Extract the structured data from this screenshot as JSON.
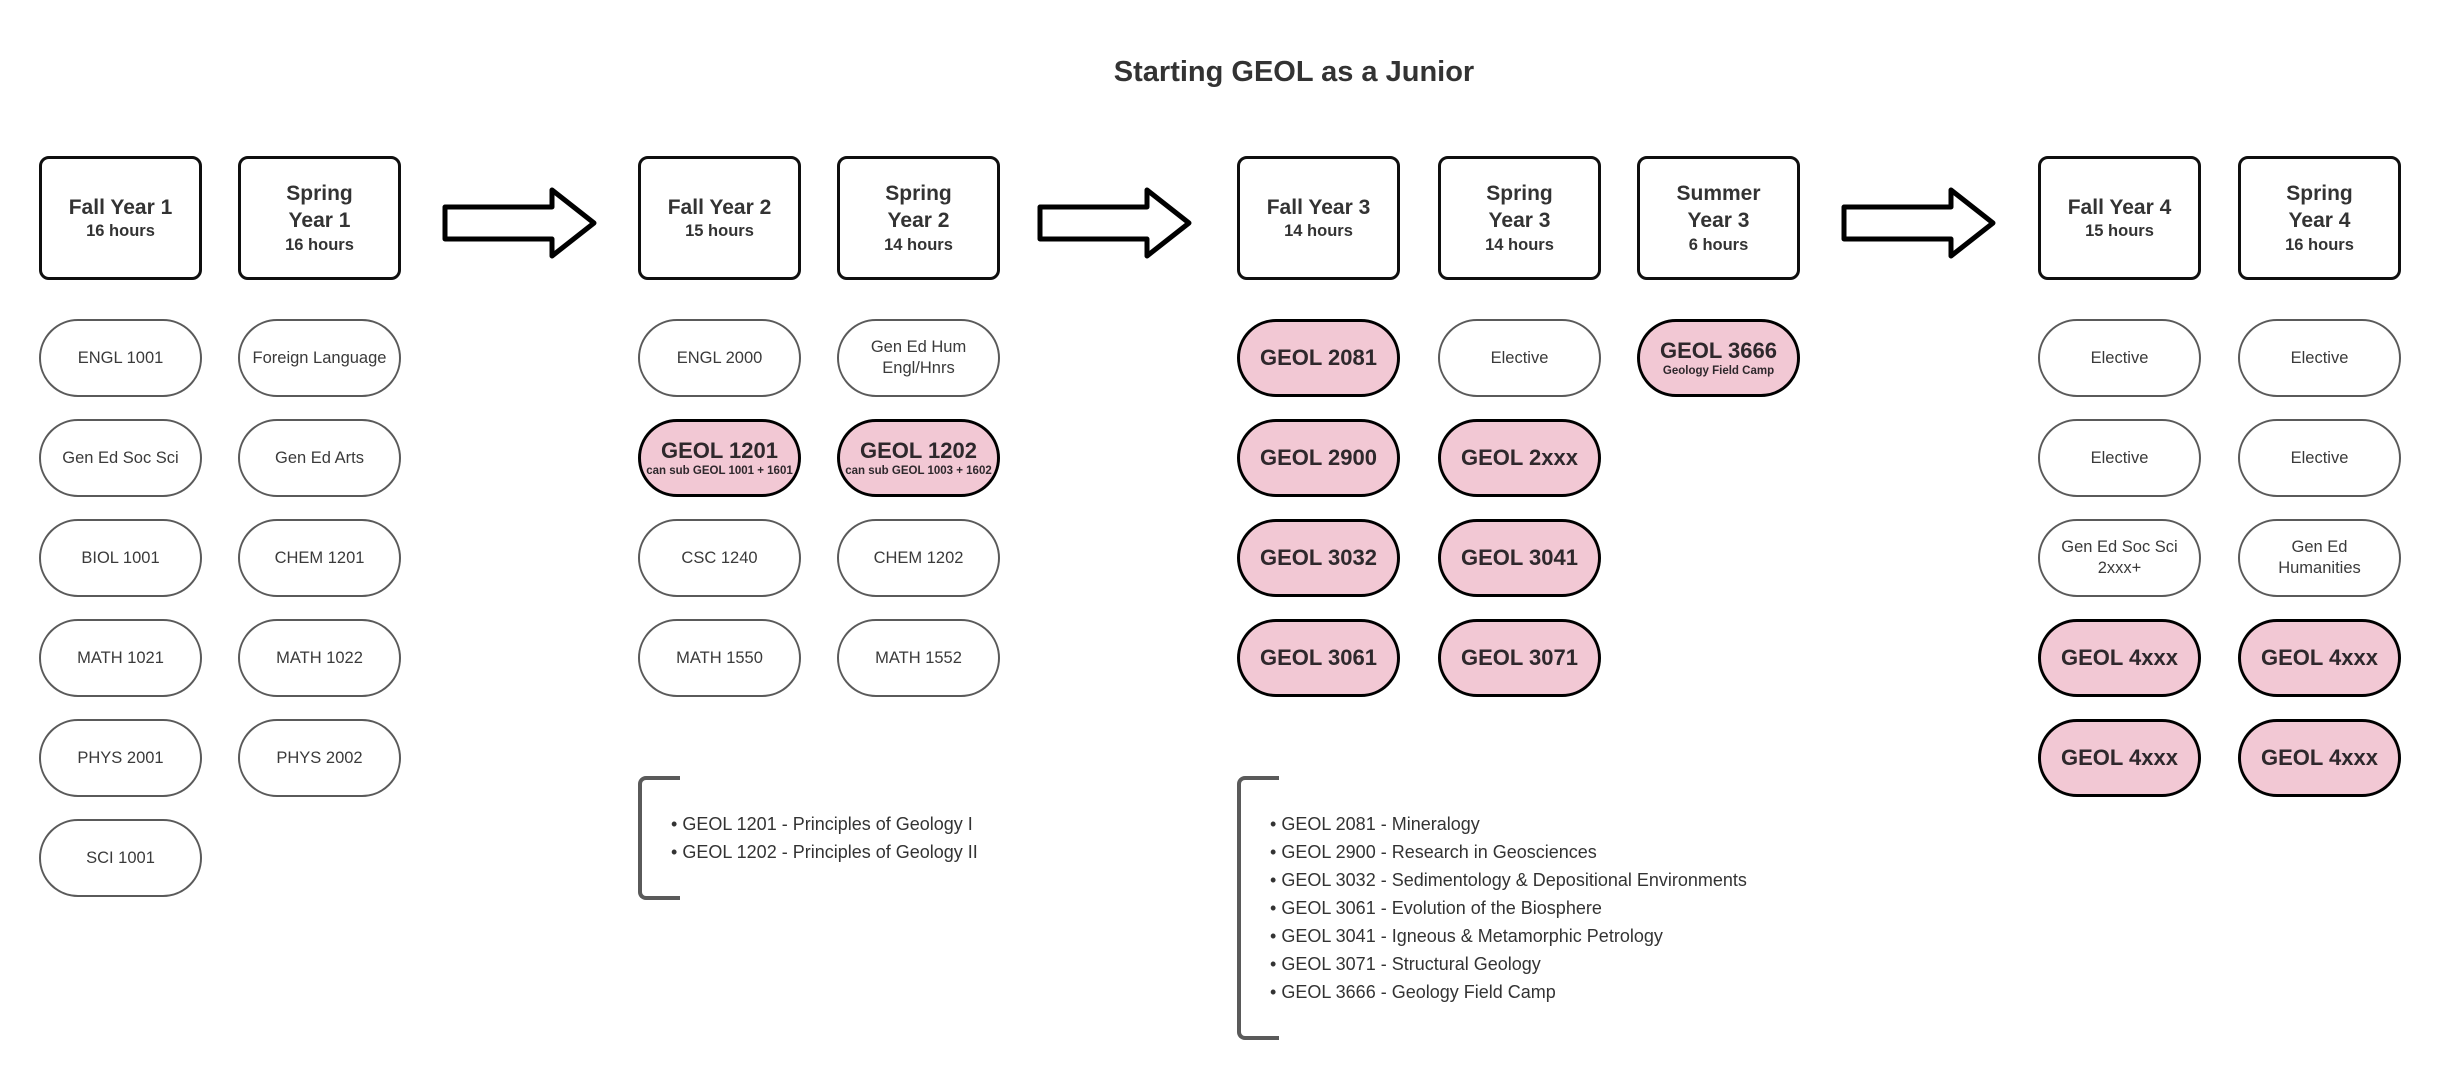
{
  "title": "Starting GEOL as a Junior",
  "icons": {
    "flow_arrow": "right-block-arrow",
    "legend_bracket": "left-square-bracket"
  },
  "colors": {
    "highlight_fill": "#f2c8d4",
    "highlight_border": "#000000",
    "normal_border": "#5a5a5a",
    "header_border": "#0f0f0f",
    "text": "#333333"
  },
  "columns": [
    {
      "key": "fall-year-1",
      "header": {
        "title": "Fall Year 1",
        "hours": "16 hours"
      },
      "courses": [
        {
          "label": "ENGL 1001"
        },
        {
          "label": "Gen Ed Soc Sci"
        },
        {
          "label": "BIOL 1001"
        },
        {
          "label": "MATH 1021"
        },
        {
          "label": "PHYS 2001"
        },
        {
          "label": "SCI 1001"
        }
      ]
    },
    {
      "key": "spring-year-1",
      "header": {
        "title": "Spring\nYear 1",
        "hours": "16 hours"
      },
      "courses": [
        {
          "label": "Foreign Language"
        },
        {
          "label": "Gen Ed Arts"
        },
        {
          "label": "CHEM 1201"
        },
        {
          "label": "MATH 1022"
        },
        {
          "label": "PHYS 2002"
        }
      ]
    },
    {
      "key": "fall-year-2",
      "header": {
        "title": "Fall Year 2",
        "hours": "15 hours"
      },
      "courses": [
        {
          "label": "ENGL 2000"
        },
        {
          "label": "GEOL 1201",
          "sub": "can sub GEOL 1001 + 1601",
          "highlight": true
        },
        {
          "label": "CSC 1240"
        },
        {
          "label": "MATH 1550"
        }
      ]
    },
    {
      "key": "spring-year-2",
      "header": {
        "title": "Spring\nYear 2",
        "hours": "14 hours"
      },
      "courses": [
        {
          "label": "Gen Ed Hum\nEngl/Hnrs"
        },
        {
          "label": "GEOL 1202",
          "sub": "can sub GEOL 1003 + 1602",
          "highlight": true
        },
        {
          "label": "CHEM 1202"
        },
        {
          "label": "MATH 1552"
        }
      ]
    },
    {
      "key": "fall-year-3",
      "header": {
        "title": "Fall Year 3",
        "hours": "14 hours"
      },
      "courses": [
        {
          "label": "GEOL 2081",
          "highlight": true
        },
        {
          "label": "GEOL 2900",
          "highlight": true
        },
        {
          "label": "GEOL 3032",
          "highlight": true
        },
        {
          "label": "GEOL 3061",
          "highlight": true
        }
      ]
    },
    {
      "key": "spring-year-3",
      "header": {
        "title": "Spring\nYear 3",
        "hours": "14 hours"
      },
      "courses": [
        {
          "label": "Elective"
        },
        {
          "label": "GEOL 2xxx",
          "highlight": true
        },
        {
          "label": "GEOL 3041",
          "highlight": true
        },
        {
          "label": "GEOL 3071",
          "highlight": true
        }
      ]
    },
    {
      "key": "summer-year-3",
      "header": {
        "title": "Summer\nYear 3",
        "hours": "6 hours"
      },
      "courses": [
        {
          "label": "GEOL 3666",
          "sub": "Geology Field Camp",
          "highlight": true
        }
      ]
    },
    {
      "key": "fall-year-4",
      "header": {
        "title": "Fall Year 4",
        "hours": "15 hours"
      },
      "courses": [
        {
          "label": "Elective"
        },
        {
          "label": "Elective"
        },
        {
          "label": "Gen Ed Soc Sci\n2xxx+"
        },
        {
          "label": "GEOL 4xxx",
          "highlight": true
        },
        {
          "label": "GEOL 4xxx",
          "highlight": true
        }
      ]
    },
    {
      "key": "spring-year-4",
      "header": {
        "title": "Spring\nYear 4",
        "hours": "16 hours"
      },
      "courses": [
        {
          "label": "Elective"
        },
        {
          "label": "Elective"
        },
        {
          "label": "Gen Ed\nHumanities"
        },
        {
          "label": "GEOL 4xxx",
          "highlight": true
        },
        {
          "label": "GEOL 4xxx",
          "highlight": true
        }
      ]
    }
  ],
  "legends": [
    {
      "items": [
        "GEOL 1201 - Principles of Geology I",
        "GEOL 1202 - Principles of Geology II"
      ]
    },
    {
      "items": [
        "GEOL 2081 - Mineralogy",
        "GEOL 2900 - Research in Geosciences",
        "GEOL 3032 - Sedimentology & Depositional Environments",
        "GEOL 3061 - Evolution of the Biosphere",
        "GEOL 3041 - Igneous & Metamorphic Petrology",
        "GEOL 3071 - Structural Geology",
        "GEOL 3666 - Geology Field Camp"
      ]
    }
  ]
}
